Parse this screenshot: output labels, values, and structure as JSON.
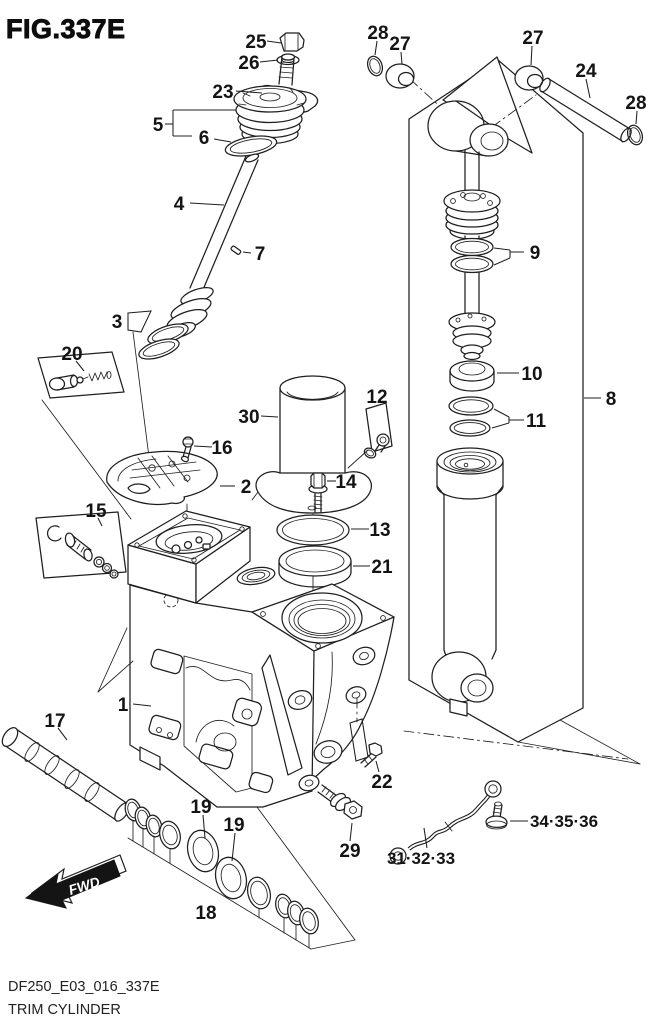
{
  "title": "FIG.337E",
  "footer": {
    "code": "DF250_E03_016_337E",
    "name": "TRIM CYLINDER"
  },
  "fwd": "FWD",
  "colors": {
    "line": "#1f1f1f",
    "background": "#ffffff"
  },
  "labels": {
    "1": "1",
    "2": "2",
    "3": "3",
    "4": "4",
    "5": "5",
    "6": "6",
    "7": "7",
    "8": "8",
    "9": "9",
    "10": "10",
    "11": "11",
    "12": "12",
    "13": "13",
    "14": "14",
    "15": "15",
    "16": "16",
    "17": "17",
    "18": "18",
    "19": "19",
    "20": "20",
    "21": "21",
    "22": "22",
    "23": "23",
    "24": "24",
    "25": "25",
    "26": "26",
    "27": "27",
    "28": "28",
    "29": "29",
    "30": "30",
    "31_32_33": "31·32·33",
    "34_35_36": "34·35·36"
  }
}
